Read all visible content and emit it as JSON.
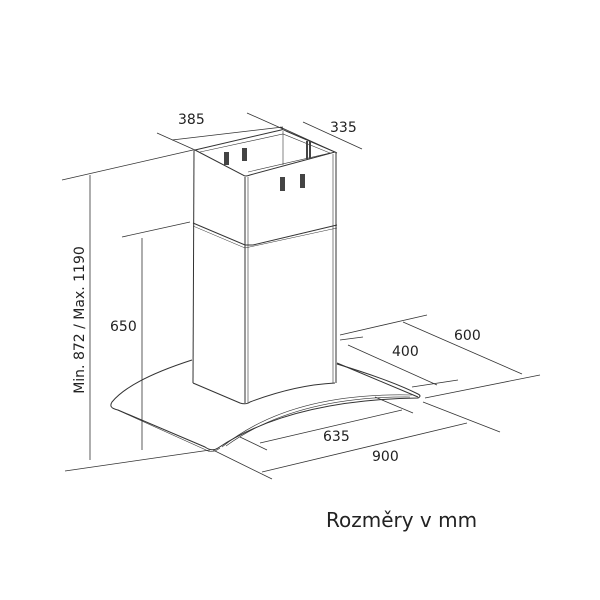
{
  "dimensions": {
    "chimney_width": "385",
    "chimney_depth": "335",
    "total_height": "Min. 872 / Max. 1190",
    "hood_height": "650",
    "glass_depth": "600",
    "chimney_offset": "400",
    "glass_inner_width": "635",
    "glass_width": "900"
  },
  "caption": "Rozměry v mm",
  "colors": {
    "line": "#333333",
    "text": "#222222"
  }
}
